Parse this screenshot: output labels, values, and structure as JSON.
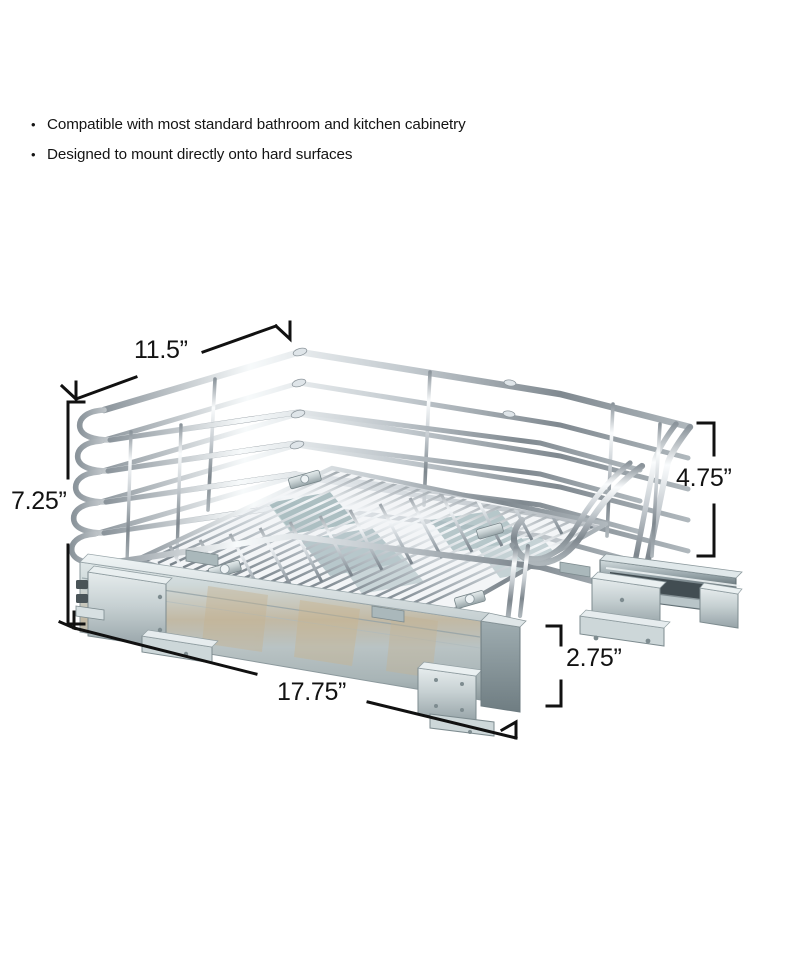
{
  "features": {
    "items": [
      "Compatible with most standard bathroom and kitchen cabinetry",
      "Designed to mount directly onto hard surfaces"
    ]
  },
  "product": {
    "name": "pull-out-wire-basket-organizer",
    "description": "Chrome wire pull-out cabinet basket mounted on galvanized steel slide rails",
    "colors": {
      "chrome": "#c9ced3",
      "chrome_highlight": "#f2f5f7",
      "chrome_shadow": "#6e777e",
      "galvanized": "#b8c4c6",
      "galvanized_highlight": "#e2e9ea",
      "galvanized_shadow": "#7d8c90",
      "galvanized_tint": "#c3b79e",
      "line": "#111111",
      "background": "#ffffff"
    }
  },
  "dimensions": {
    "width": "11.5”",
    "height": "7.25”",
    "depth": "4.75”",
    "clearance": "2.75”",
    "length": "17.75”"
  }
}
